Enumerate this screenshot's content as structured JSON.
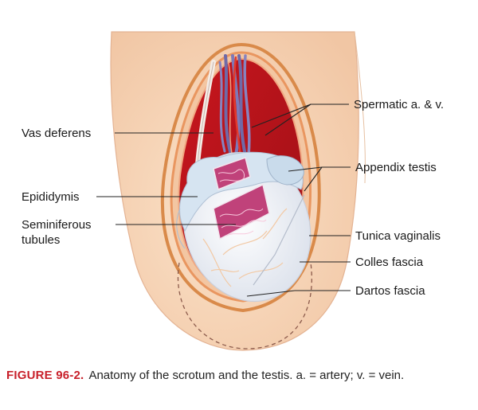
{
  "labels": {
    "spermatic": "Spermatic a. & v.",
    "vas_deferens": "Vas deferens",
    "appendix_testis": "Appendix testis",
    "epididymis": "Epididymis",
    "seminiferous_1": "Seminiferous",
    "seminiferous_2": "tubules",
    "tunica_vaginalis": "Tunica vaginalis",
    "colles_fascia": "Colles fascia",
    "dartos_fascia": "Dartos fascia"
  },
  "caption": {
    "figure_label": "FIGURE 96-2.",
    "text": "Anatomy of the scrotum and the testis. a. = artery; v. = vein."
  },
  "colors": {
    "skin": "#f6d2b4",
    "skin_outline": "#e2b08e",
    "fascia_orange": "#d98a4a",
    "cavity_red": "#b5141b",
    "testis_white": "#eef1f6",
    "epididymis_blue": "#cfe0ef",
    "tubule_pink": "#c0427a",
    "vessel_purple": "#6f6aa8",
    "caption_red": "#c8202a"
  }
}
